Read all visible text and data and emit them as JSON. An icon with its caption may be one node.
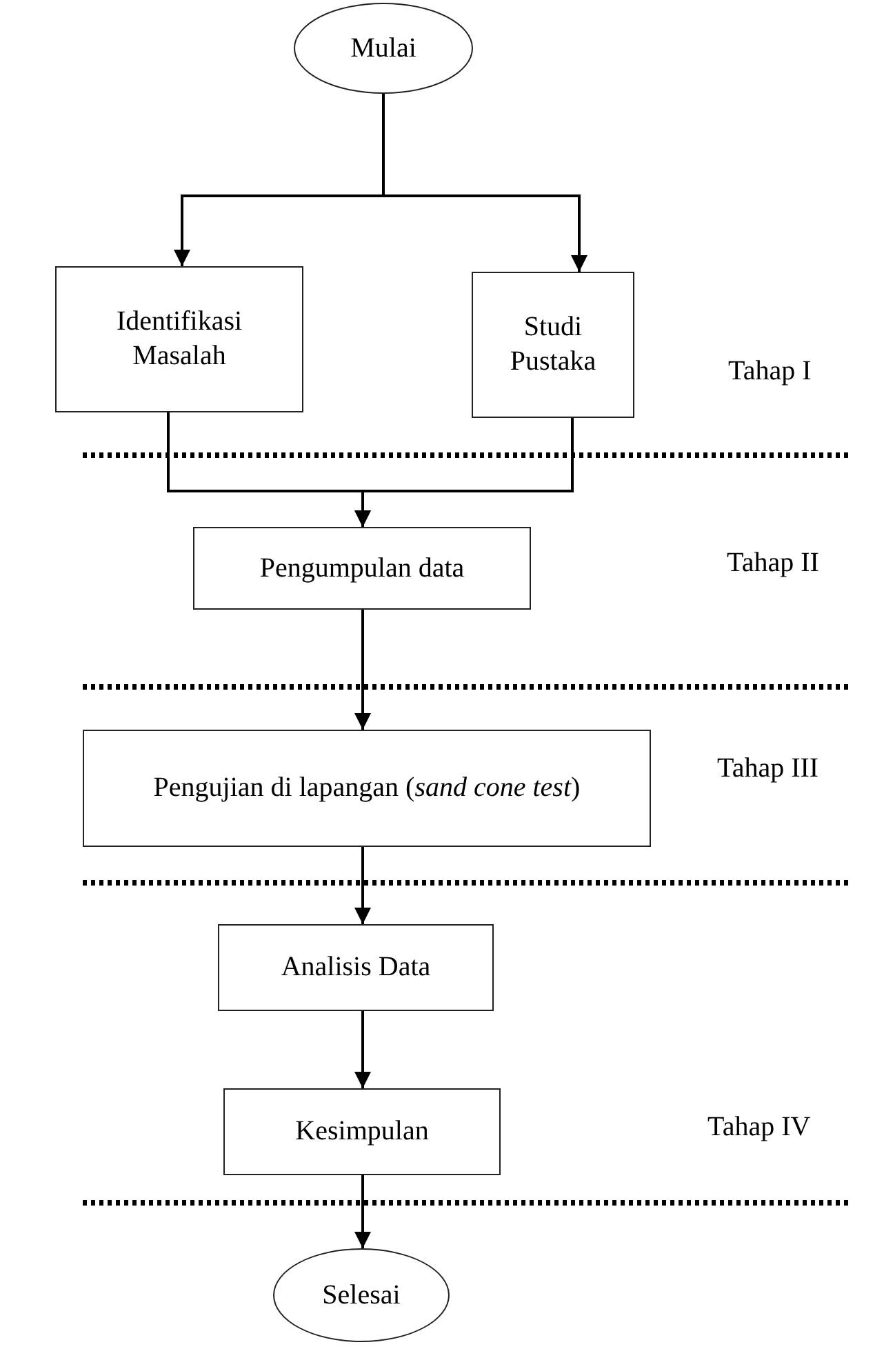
{
  "diagram": {
    "nodes": [
      {
        "text": [
          "Mulai"
        ]
      },
      {
        "text": [
          "Identifikasi Masalah"
        ]
      },
      {
        "text": [
          "Studi Pustaka"
        ]
      },
      {
        "text": [
          "Pengumpulan data"
        ]
      },
      {
        "text": [
          "Pengujian di lapangan (*sand cone test*)"
        ]
      },
      {
        "text": [
          "Analisis Data"
        ]
      },
      {
        "text": [
          "Kesimpulan"
        ]
      },
      {
        "text": [
          "Selesai"
        ]
      }
    ],
    "edges": [
      {
        "from": 0,
        "to": 1,
        "arrow": "to"
      },
      {
        "from": 0,
        "to": 2,
        "arrow": "to"
      },
      {
        "from": 1,
        "to": 3,
        "arrow": "to"
      },
      {
        "from": 2,
        "to": 3,
        "arrow": "to"
      },
      {
        "from": 3,
        "to": 4,
        "arrow": "to"
      },
      {
        "from": 4,
        "to": 5,
        "arrow": "to"
      },
      {
        "from": 5,
        "to": 6,
        "arrow": "to"
      },
      {
        "from": 6,
        "to": 7,
        "arrow": "to"
      }
    ],
    "labels": [
      "Tahap I",
      "Tahap II",
      "Tahap III",
      "Tahap IV"
    ]
  }
}
